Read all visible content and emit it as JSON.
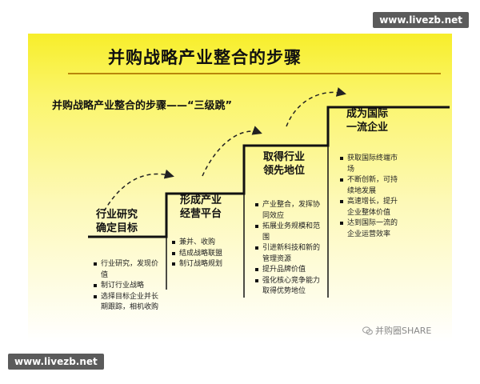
{
  "title": "并购战略产业整合的步骤",
  "subtitle": "并购战略产业整合的步骤——“三级跳”",
  "steps": [
    {
      "title_lines": [
        "行业研究",
        "确定目标"
      ],
      "bullets": [
        "行业研究，发现价值",
        "制订行业战略",
        "选择目标企业并长期跟踪，相机收购"
      ]
    },
    {
      "title_lines": [
        "形成产业",
        "经营平台"
      ],
      "bullets": [
        "兼并、收购",
        "结成战略联盟",
        "制订战略规划"
      ]
    },
    {
      "title_lines": [
        "取得行业",
        "领先地位"
      ],
      "bullets": [
        "产业整合，发挥协同效应",
        "拓展业务规模和范围",
        "引进新科技和新的管理资源",
        "提升品牌价值",
        "强化核心竞争能力取得优势地位"
      ]
    },
    {
      "title_lines": [
        "成为国际",
        "一流企业"
      ],
      "bullets": [
        "获取国际终端市场",
        "不断创新，可持续地发展",
        "高速增长，提升企业整体价值",
        "达到国际一流的企业运营效率"
      ]
    }
  ],
  "credit": "并购圈SHARE",
  "watermark_top": "www.livezb.net",
  "watermark_bottom": "www.livezb.net",
  "colors": {
    "stair": "#111111",
    "arrow": "#222222",
    "title_rule": "#b8860b"
  }
}
